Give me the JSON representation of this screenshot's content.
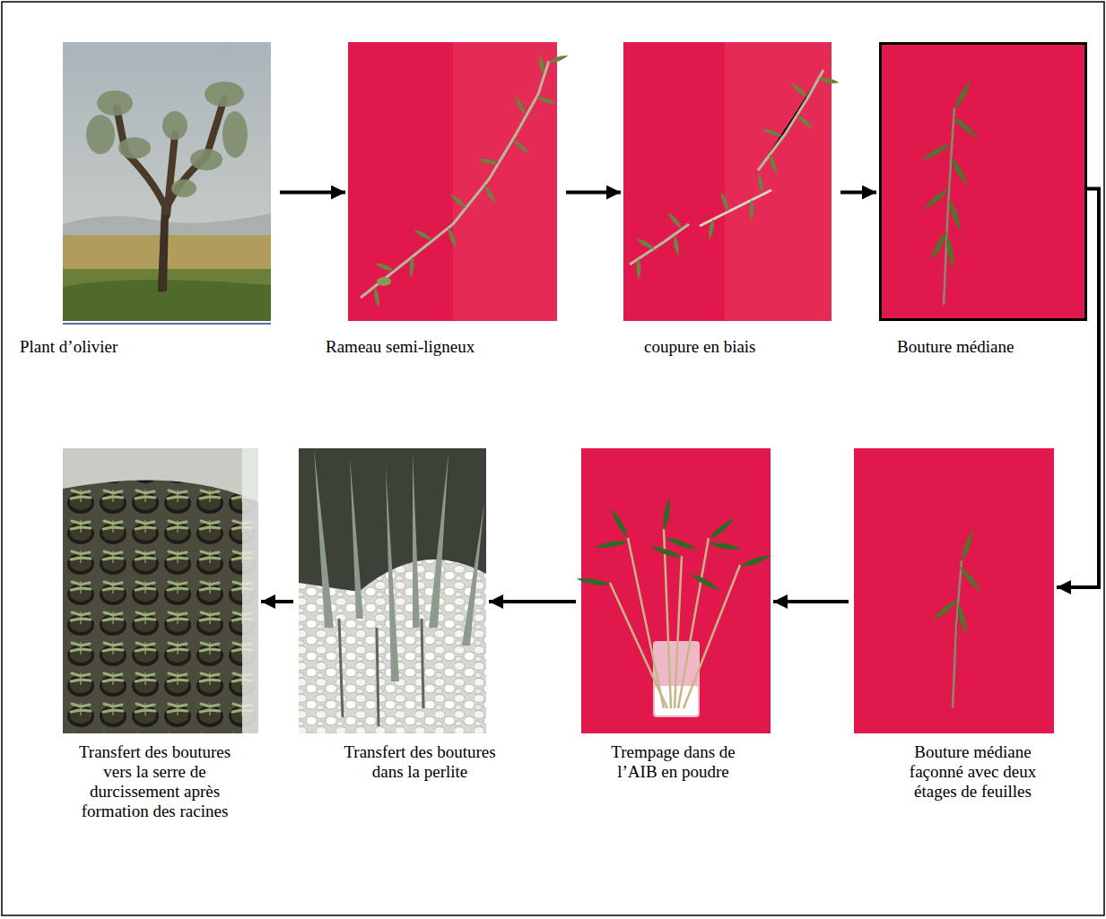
{
  "diagram": {
    "nodes": [
      {
        "text": [
          "Plant d’olivier"
        ]
      },
      {
        "text": [
          "Rameau semi-ligneux"
        ]
      },
      {
        "text": [
          "coupure en biais"
        ]
      },
      {
        "text": [
          "Bouture médiane"
        ]
      },
      {
        "text": [
          "Bouture médiane façonné avec deux étages de feuilles"
        ]
      },
      {
        "text": [
          "Trempage dans de l’AIB en poudre"
        ]
      },
      {
        "text": [
          "Transfert des boutures dans la perlite"
        ]
      },
      {
        "text": [
          "Transfert des boutures vers la serre de durcissement après formation des racines"
        ]
      }
    ],
    "edges": [
      {
        "from": 0,
        "to": 1,
        "arrow": "to"
      },
      {
        "from": 1,
        "to": 2,
        "arrow": "to"
      },
      {
        "from": 2,
        "to": 3,
        "arrow": "to"
      },
      {
        "from": 3,
        "to": 4,
        "arrow": "to"
      },
      {
        "from": 4,
        "to": 5,
        "arrow": "to"
      },
      {
        "from": 5,
        "to": 6,
        "arrow": "to"
      },
      {
        "from": 6,
        "to": 7,
        "arrow": "to"
      }
    ]
  }
}
